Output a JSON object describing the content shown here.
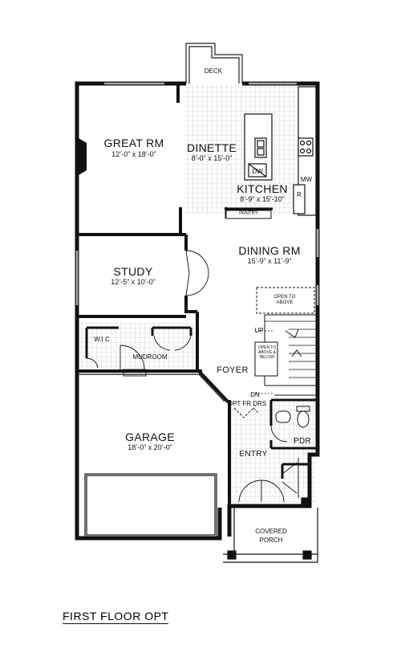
{
  "rooms": {
    "great_rm": {
      "name": "GREAT RM",
      "dim": "12’-0” x 18’-0”"
    },
    "dinette": {
      "name": "DINETTE",
      "dim": "8’-0” x 15’-0”"
    },
    "kitchen": {
      "name": "KITCHEN",
      "dim": "8’-9” x 15’-10”"
    },
    "dining_rm": {
      "name": "DINING RM",
      "dim": "15’-9” x 11’-9”"
    },
    "study": {
      "name": "STUDY",
      "dim": "12’-5” x 10’-0”"
    },
    "garage": {
      "name": "GARAGE",
      "dim": "18’-0” x 20’-0”"
    },
    "foyer": {
      "name": "FOYER"
    },
    "entry": {
      "name": "ENTRY"
    },
    "pdr": {
      "name": "PDR"
    },
    "mudroom": {
      "name": "MUDROOM"
    },
    "wic": {
      "name": "W.I.C"
    },
    "pantry": {
      "name": "PANTRY"
    },
    "deck": {
      "name": "DECK"
    },
    "covered_porch": {
      "line1": "COVERED",
      "line2": "PORCH"
    }
  },
  "labels": {
    "dw": "DW",
    "mw": "MW",
    "r": "R",
    "up": "UP",
    "dn": "DN",
    "open_above": {
      "line1": "OPEN TO",
      "line2": "ABOVE"
    },
    "open_above_below": "OPEN TO ABOVE & BELOW",
    "opt_fr_drs": "OPT FR DRS"
  },
  "title": "FIRST FLOOR OPT"
}
